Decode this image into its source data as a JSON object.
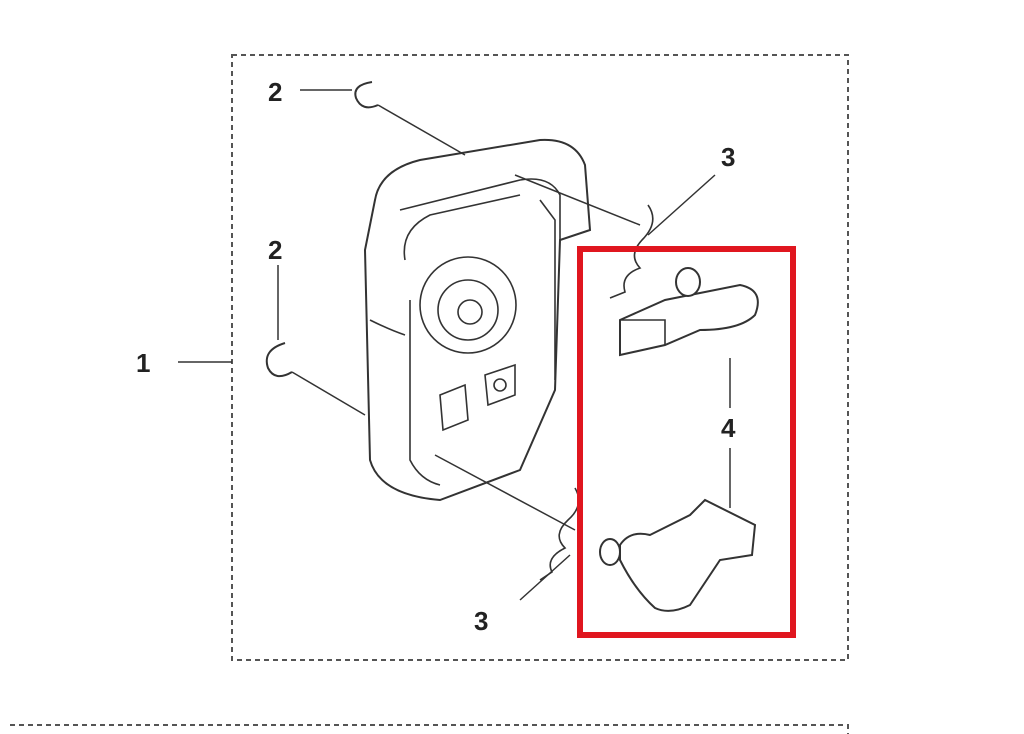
{
  "diagram": {
    "type": "exploded parts diagram",
    "callouts": [
      {
        "id": "label-1",
        "text": "1"
      },
      {
        "id": "label-2-top",
        "text": "2"
      },
      {
        "id": "label-2-left",
        "text": "2"
      },
      {
        "id": "label-3-top",
        "text": "3"
      },
      {
        "id": "label-3-bottom",
        "text": "3"
      },
      {
        "id": "label-4",
        "text": "4"
      }
    ],
    "highlight_color": "#e0161f"
  }
}
